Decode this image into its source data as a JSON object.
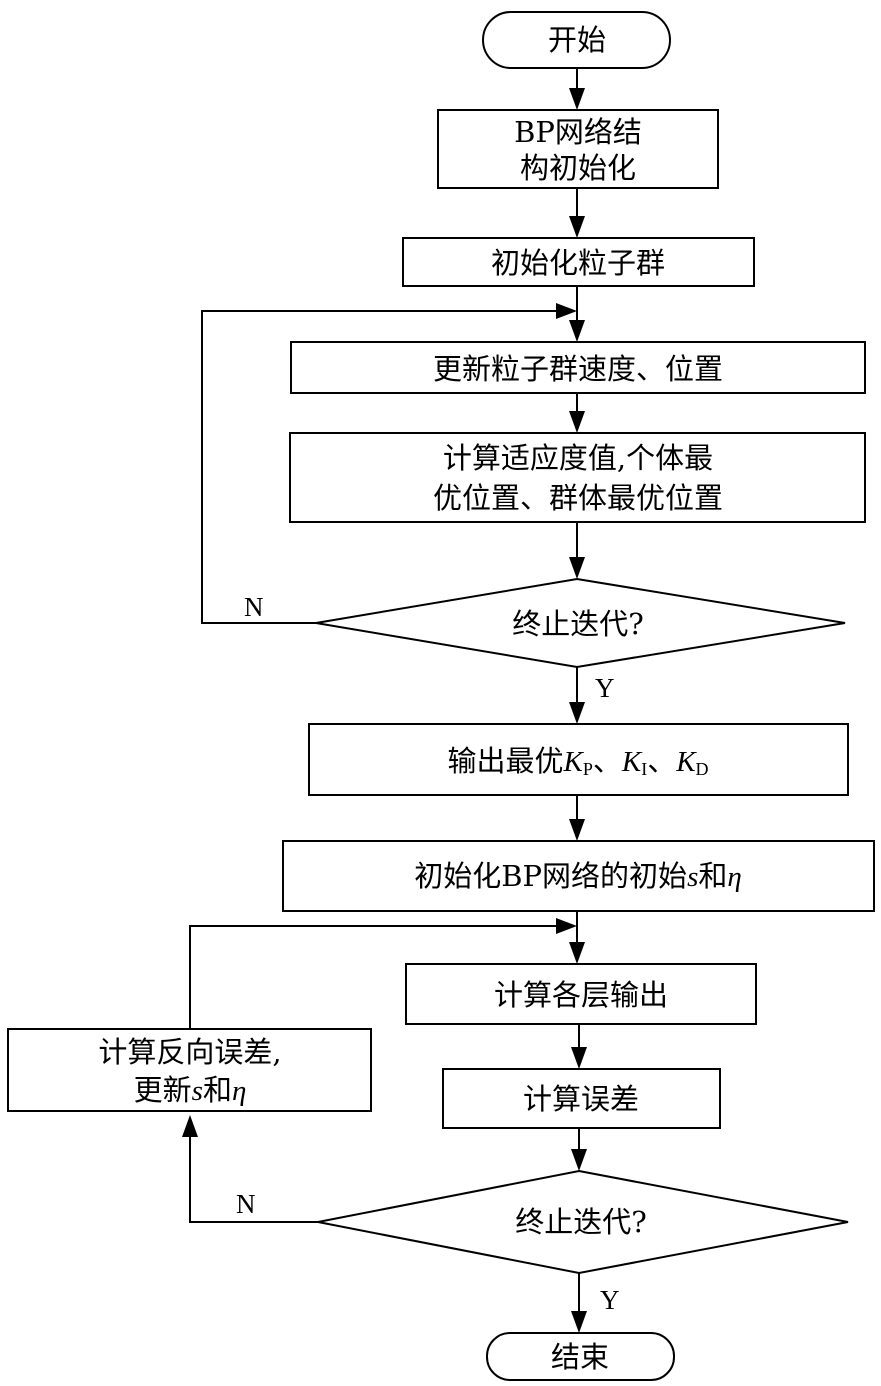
{
  "flowchart": {
    "start": {
      "label": "开始"
    },
    "end": {
      "label": "结束"
    },
    "steps": {
      "bp_init": {
        "line1": "BP网络结",
        "line2": "构初始化"
      },
      "pso_init": {
        "label": "初始化粒子群"
      },
      "pso_update": {
        "label": "更新粒子群速度、位置"
      },
      "fitness": {
        "line1": "计算适应度值,个体最",
        "line2": "优位置、群体最优位置"
      },
      "output_best": {
        "prefix": "输出最优",
        "k": "K",
        "sub_p": "P",
        "sub_i": "I",
        "sub_d": "D",
        "sep": "、"
      },
      "bp_param_init": {
        "prefix": "初始化BP网络的初始",
        "s": "s",
        "and": "和",
        "eta": "η"
      },
      "layer_output": {
        "label": "计算各层输出"
      },
      "calc_error": {
        "label": "计算误差"
      },
      "backprop": {
        "line1": "计算反向误差,",
        "prefix2": "更新",
        "s": "s",
        "and": "和",
        "eta": "η"
      }
    },
    "decisions": {
      "pso_stop": {
        "label": "终止迭代?",
        "no": "N",
        "yes": "Y"
      },
      "bp_stop": {
        "label": "终止迭代?",
        "no": "N",
        "yes": "Y"
      }
    }
  }
}
